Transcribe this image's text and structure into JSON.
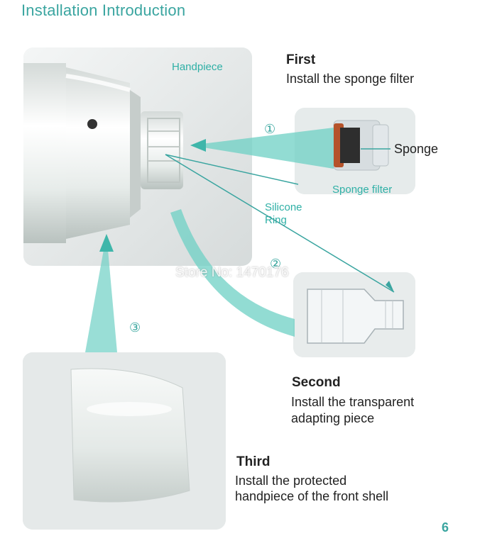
{
  "title": "Installation Introduction",
  "labels": {
    "handpiece": "Handpiece",
    "sponge": "Sponge",
    "sponge_filter": "Sponge filter",
    "silicone_ring_1": "Silicone",
    "silicone_ring_2": "Ring"
  },
  "markers": {
    "one": "①",
    "two": "②",
    "three": "③"
  },
  "steps": [
    {
      "heading": "First",
      "desc1": "Install the sponge filter",
      "desc2": ""
    },
    {
      "heading": "Second",
      "desc1": "Install the transparent",
      "desc2": "adapting piece"
    },
    {
      "heading": "Third",
      "desc1": "Install the protected",
      "desc2": "handpiece of the front shell"
    }
  ],
  "watermark": "Store No: 1470176",
  "page_number": "6",
  "colors": {
    "accent": "#3aa5a0",
    "arrow": "#5cc8bd"
  }
}
